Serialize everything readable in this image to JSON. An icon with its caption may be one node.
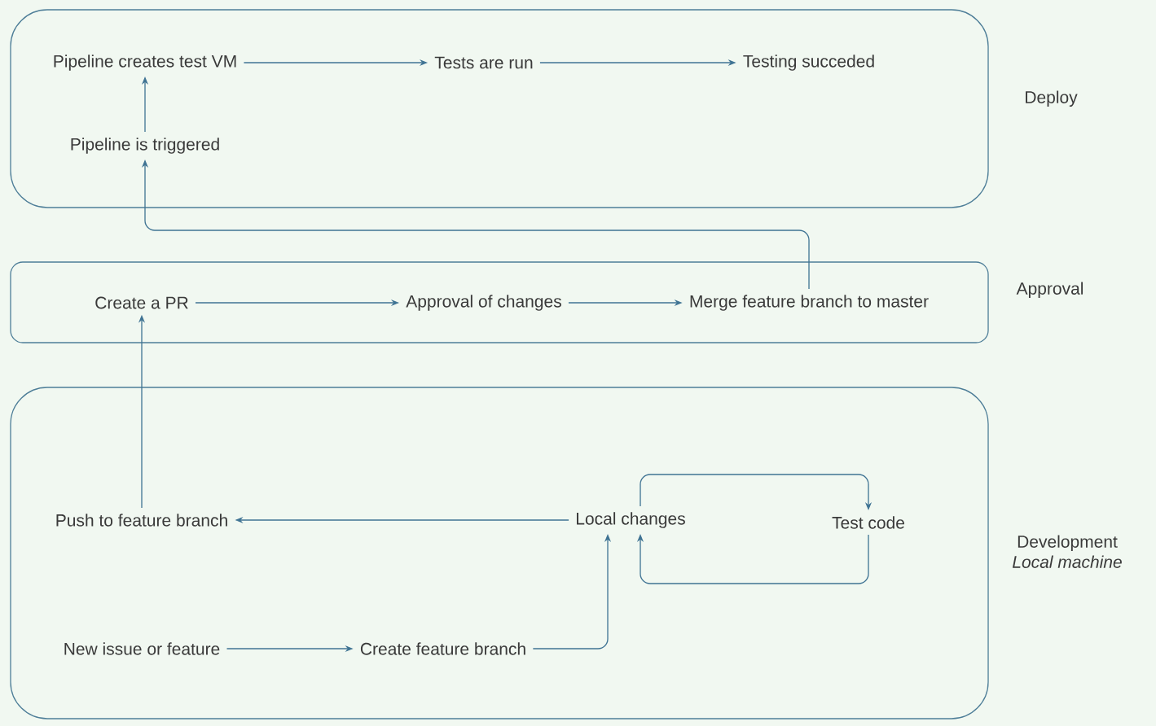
{
  "diagram": {
    "nodes": [
      {
        "text": [
          "Deploy"
        ]
      },
      {
        "text": [
          "Pipeline creates test VM"
        ],
        "in": 0
      },
      {
        "text": [
          "Tests are run"
        ],
        "in": 0
      },
      {
        "text": [
          "Testing succeded"
        ],
        "in": 0
      },
      {
        "text": [
          "Pipeline is triggered"
        ],
        "in": 0
      },
      {
        "text": [
          "Approval"
        ]
      },
      {
        "text": [
          "Create a PR"
        ],
        "in": 5
      },
      {
        "text": [
          "Approval of changes"
        ],
        "in": 5
      },
      {
        "text": [
          "Merge feature branch to master"
        ],
        "in": 5
      },
      {
        "text": [
          "Development",
          "Local machine"
        ]
      },
      {
        "text": [
          "Push  to feature branch"
        ],
        "in": 9
      },
      {
        "text": [
          "Local changes"
        ],
        "in": 9
      },
      {
        "text": [
          "Test code"
        ],
        "in": 9
      },
      {
        "text": [
          "New issue or feature"
        ],
        "in": 9
      },
      {
        "text": [
          "Create feature branch"
        ],
        "in": 9
      }
    ],
    "edges": [
      {
        "from": 1,
        "to": 2,
        "arrow": "to"
      },
      {
        "from": 2,
        "to": 3,
        "arrow": "to"
      },
      {
        "from": 4,
        "to": 1,
        "arrow": "to"
      },
      {
        "from": 8,
        "to": 4,
        "arrow": "to"
      },
      {
        "from": 6,
        "to": 7,
        "arrow": "to"
      },
      {
        "from": 7,
        "to": 8,
        "arrow": "to"
      },
      {
        "from": 10,
        "to": 6,
        "arrow": "to"
      },
      {
        "from": 11,
        "to": 10,
        "arrow": "to"
      },
      {
        "from": 11,
        "to": 12,
        "arrow": "to"
      },
      {
        "from": 12,
        "to": 11,
        "arrow": "to"
      },
      {
        "from": 13,
        "to": 14,
        "arrow": "to"
      },
      {
        "from": 14,
        "to": 11,
        "arrow": "to"
      }
    ]
  }
}
